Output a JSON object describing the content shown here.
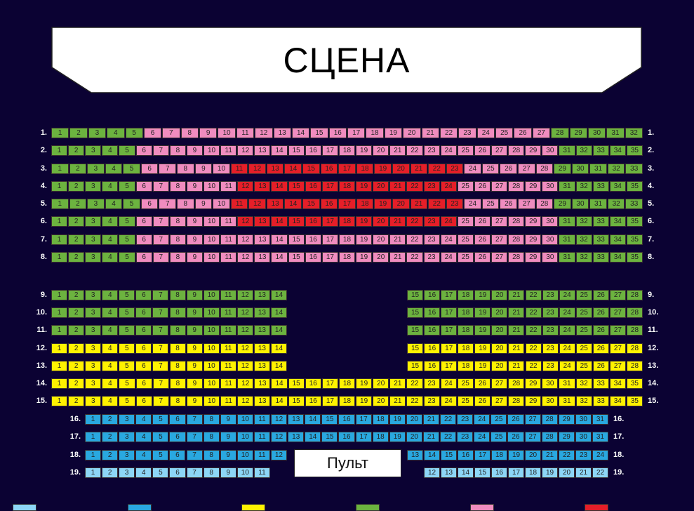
{
  "stage": {
    "label": "СЦЕНА"
  },
  "console": {
    "label": "Пульт"
  },
  "zone_colors": {
    "green": "#6cb33f",
    "pink": "#f08cbf",
    "red": "#e61e28",
    "yellow": "#fff200",
    "blue": "#29a8e0",
    "lightblue": "#8dd6f6"
  },
  "legend": [
    "lightblue",
    "blue",
    "yellow",
    "green",
    "pink",
    "red"
  ],
  "rows": [
    {
      "label": "1.",
      "blocks": [
        [
          {
            "from": 1,
            "to": 5,
            "zone": "green"
          },
          {
            "from": 6,
            "to": 27,
            "zone": "pink"
          },
          {
            "from": 28,
            "to": 32,
            "zone": "green"
          }
        ]
      ]
    },
    {
      "label": "2.",
      "blocks": [
        [
          {
            "from": 1,
            "to": 5,
            "zone": "green"
          },
          {
            "from": 6,
            "to": 30,
            "zone": "pink"
          },
          {
            "from": 31,
            "to": 35,
            "zone": "green"
          }
        ]
      ]
    },
    {
      "label": "3.",
      "blocks": [
        [
          {
            "from": 1,
            "to": 5,
            "zone": "green"
          },
          {
            "from": 6,
            "to": 10,
            "zone": "pink"
          },
          {
            "from": 11,
            "to": 23,
            "zone": "red"
          },
          {
            "from": 24,
            "to": 28,
            "zone": "pink"
          },
          {
            "from": 29,
            "to": 33,
            "zone": "green"
          }
        ]
      ]
    },
    {
      "label": "4.",
      "blocks": [
        [
          {
            "from": 1,
            "to": 5,
            "zone": "green"
          },
          {
            "from": 6,
            "to": 11,
            "zone": "pink"
          },
          {
            "from": 12,
            "to": 24,
            "zone": "red"
          },
          {
            "from": 25,
            "to": 30,
            "zone": "pink"
          },
          {
            "from": 31,
            "to": 35,
            "zone": "green"
          }
        ]
      ]
    },
    {
      "label": "5.",
      "blocks": [
        [
          {
            "from": 1,
            "to": 5,
            "zone": "green"
          },
          {
            "from": 6,
            "to": 10,
            "zone": "pink"
          },
          {
            "from": 11,
            "to": 23,
            "zone": "red"
          },
          {
            "from": 24,
            "to": 28,
            "zone": "pink"
          },
          {
            "from": 29,
            "to": 33,
            "zone": "green"
          }
        ]
      ]
    },
    {
      "label": "6.",
      "blocks": [
        [
          {
            "from": 1,
            "to": 5,
            "zone": "green"
          },
          {
            "from": 6,
            "to": 11,
            "zone": "pink"
          },
          {
            "from": 12,
            "to": 24,
            "zone": "red"
          },
          {
            "from": 25,
            "to": 30,
            "zone": "pink"
          },
          {
            "from": 31,
            "to": 35,
            "zone": "green"
          }
        ]
      ]
    },
    {
      "label": "7.",
      "blocks": [
        [
          {
            "from": 1,
            "to": 5,
            "zone": "green"
          },
          {
            "from": 6,
            "to": 30,
            "zone": "pink"
          },
          {
            "from": 31,
            "to": 35,
            "zone": "green"
          }
        ]
      ]
    },
    {
      "label": "8.",
      "blocks": [
        [
          {
            "from": 1,
            "to": 5,
            "zone": "green"
          },
          {
            "from": 6,
            "to": 30,
            "zone": "pink"
          },
          {
            "from": 31,
            "to": 35,
            "zone": "green"
          }
        ]
      ]
    },
    {
      "label": "9.",
      "blocks": [
        [
          {
            "from": 1,
            "to": 14,
            "zone": "green"
          }
        ],
        [
          {
            "from": 15,
            "to": 28,
            "zone": "green"
          }
        ]
      ]
    },
    {
      "label": "10.",
      "blocks": [
        [
          {
            "from": 1,
            "to": 14,
            "zone": "green"
          }
        ],
        [
          {
            "from": 15,
            "to": 28,
            "zone": "green"
          }
        ]
      ]
    },
    {
      "label": "11.",
      "blocks": [
        [
          {
            "from": 1,
            "to": 14,
            "zone": "green"
          }
        ],
        [
          {
            "from": 15,
            "to": 28,
            "zone": "green"
          }
        ]
      ]
    },
    {
      "label": "12.",
      "blocks": [
        [
          {
            "from": 1,
            "to": 14,
            "zone": "yellow"
          }
        ],
        [
          {
            "from": 15,
            "to": 28,
            "zone": "yellow"
          }
        ]
      ]
    },
    {
      "label": "13.",
      "blocks": [
        [
          {
            "from": 1,
            "to": 14,
            "zone": "yellow"
          }
        ],
        [
          {
            "from": 15,
            "to": 28,
            "zone": "yellow"
          }
        ]
      ]
    },
    {
      "label": "14.",
      "blocks": [
        [
          {
            "from": 1,
            "to": 35,
            "zone": "yellow"
          }
        ]
      ]
    },
    {
      "label": "15.",
      "blocks": [
        [
          {
            "from": 1,
            "to": 35,
            "zone": "yellow"
          }
        ]
      ]
    },
    {
      "label": "16.",
      "blocks": [
        [
          {
            "from": 1,
            "to": 31,
            "zone": "blue"
          }
        ]
      ]
    },
    {
      "label": "17.",
      "blocks": [
        [
          {
            "from": 1,
            "to": 31,
            "zone": "blue"
          }
        ]
      ]
    },
    {
      "label": "18.",
      "blocks": [
        [
          {
            "from": 1,
            "to": 12,
            "zone": "blue"
          }
        ],
        [
          {
            "from": 13,
            "to": 24,
            "zone": "blue"
          }
        ]
      ]
    },
    {
      "label": "19.",
      "blocks": [
        [
          {
            "from": 1,
            "to": 11,
            "zone": "lightblue"
          }
        ],
        [
          {
            "from": 12,
            "to": 22,
            "zone": "lightblue"
          }
        ]
      ]
    }
  ]
}
